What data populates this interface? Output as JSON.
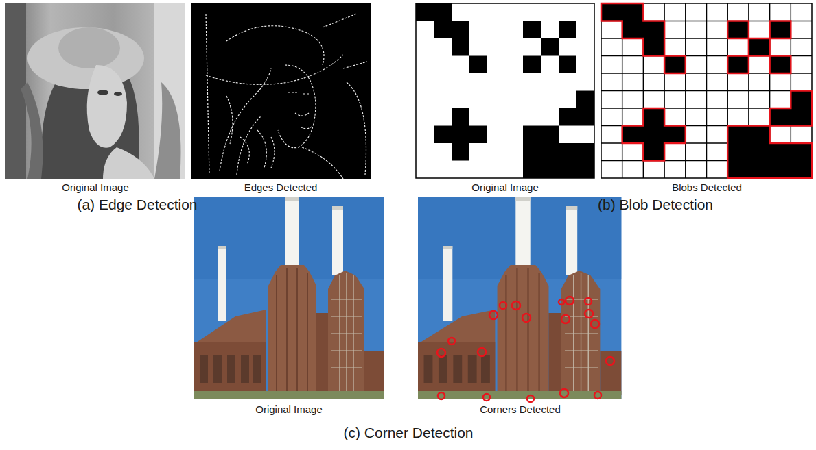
{
  "diagram": {
    "labels": [
      "Original Image",
      "Edges Detected",
      "(a) Edge Detection",
      "Original Image",
      "Blobs Detected",
      "(b) Blob Detection",
      "Original Image",
      "Corners Detected",
      "(c) Corner Detection"
    ]
  }
}
